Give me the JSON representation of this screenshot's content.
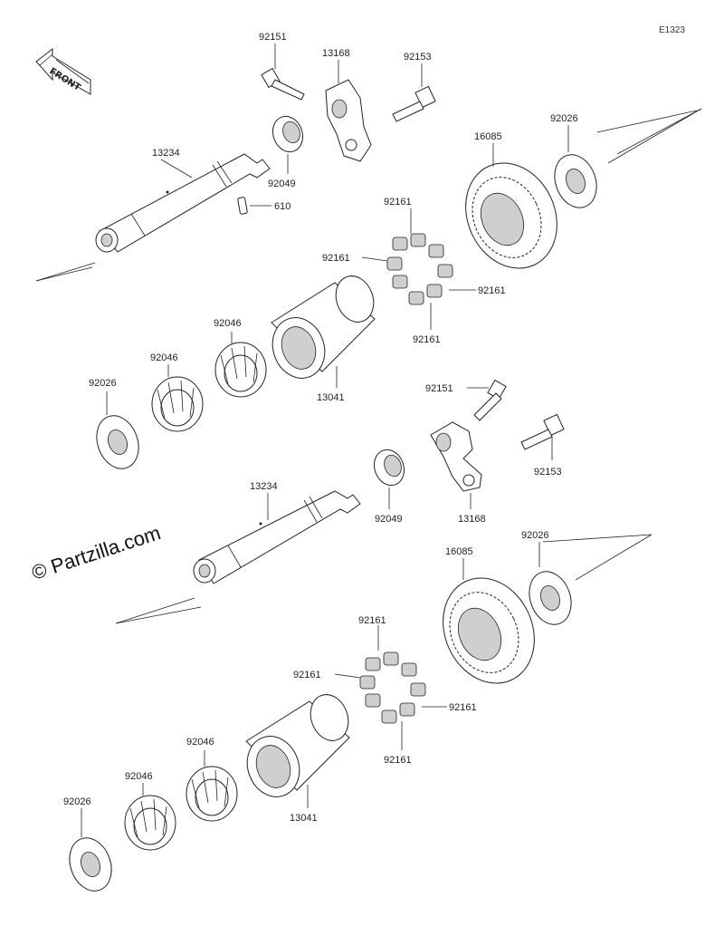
{
  "diagram_code": "E1323",
  "front_label": "FRONT",
  "watermark": "© Partzilla.com",
  "labels": {
    "upper": {
      "bolt_92151": "92151",
      "holder_13168": "13168",
      "bolt_92153": "92153",
      "shaft_13234": "13234",
      "seal_92049": "92049",
      "pin_610": "610",
      "gear_16085": "16085",
      "washer_92026_right": "92026",
      "damper_92161_top": "92161",
      "damper_92161_left": "92161",
      "damper_92161_right": "92161",
      "damper_92161_bottom": "92161",
      "bearing_92046_a": "92046",
      "bearing_92046_b": "92046",
      "washer_92026_left": "92026",
      "hub_13041": "13041"
    },
    "lower": {
      "bolt_92151": "92151",
      "bolt_92153": "92153",
      "shaft_13234": "13234",
      "seal_92049": "92049",
      "holder_13168": "13168",
      "gear_16085": "16085",
      "washer_92026_right": "92026",
      "damper_92161_top": "92161",
      "damper_92161_left": "92161",
      "damper_92161_right": "92161",
      "damper_92161_bottom": "92161",
      "bearing_92046_a": "92046",
      "bearing_92046_b": "92046",
      "washer_92026_left": "92026",
      "hub_13041": "13041"
    }
  }
}
